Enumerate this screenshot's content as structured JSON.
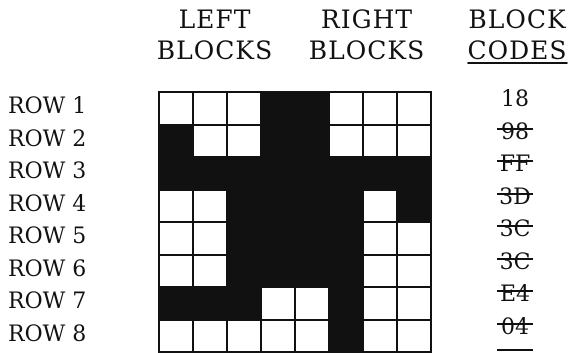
{
  "headers": {
    "left": [
      "LEFT",
      "BLOCKS"
    ],
    "right": [
      "RIGHT",
      "BLOCKS"
    ],
    "codes": [
      "BLOCK",
      "CODES"
    ]
  },
  "rows": [
    {
      "label": "ROW 1",
      "code": "18",
      "bits": [
        0,
        0,
        0,
        1,
        1,
        0,
        0,
        0
      ]
    },
    {
      "label": "ROW 2",
      "code": "98",
      "bits": [
        1,
        0,
        0,
        1,
        1,
        0,
        0,
        0
      ]
    },
    {
      "label": "ROW 3",
      "code": "FF",
      "bits": [
        1,
        1,
        1,
        1,
        1,
        1,
        1,
        1
      ]
    },
    {
      "label": "ROW 4",
      "code": "3D",
      "bits": [
        0,
        0,
        1,
        1,
        1,
        1,
        0,
        1
      ]
    },
    {
      "label": "ROW 5",
      "code": "3C",
      "bits": [
        0,
        0,
        1,
        1,
        1,
        1,
        0,
        0
      ]
    },
    {
      "label": "ROW 6",
      "code": "3C",
      "bits": [
        0,
        0,
        1,
        1,
        1,
        1,
        0,
        0
      ]
    },
    {
      "label": "ROW 7",
      "code": "E4",
      "bits": [
        1,
        1,
        1,
        0,
        0,
        1,
        0,
        0
      ]
    },
    {
      "label": "ROW 8",
      "code": "04",
      "bits": [
        0,
        0,
        0,
        0,
        0,
        1,
        0,
        0
      ]
    }
  ]
}
